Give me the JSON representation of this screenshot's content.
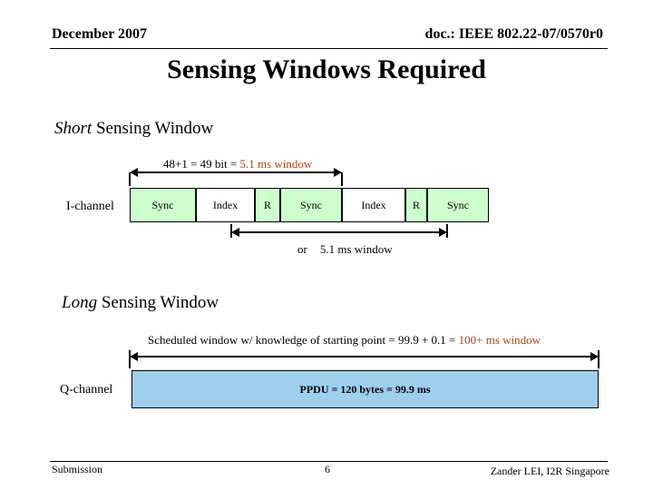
{
  "header": {
    "date": "December 2007",
    "doc": "doc.: IEEE 802.22-07/0570r0"
  },
  "title": "Sensing Windows Required",
  "short": {
    "title_italic": "Short",
    "title_rest": " Sensing Window",
    "caption_black": "48+1 = 49 bit = ",
    "caption_accent": "5.1 ms window",
    "alt_or": "or",
    "alt_caption": "5.1 ms window",
    "channel_label": "I-channel",
    "segments": [
      "Sync",
      "Index",
      "R",
      "Sync",
      "Index",
      "R",
      "Sync"
    ]
  },
  "long": {
    "title_italic": "Long",
    "title_rest": " Sensing Window",
    "caption_black": "Scheduled window w/ knowledge of starting point = 99.9 + 0.1 = ",
    "caption_accent": "100+ ms window",
    "channel_label": "Q-channel",
    "ppdu_label": "PPDU = 120 bytes = 99.9 ms"
  },
  "footer": {
    "left": "Submission",
    "page": "6",
    "right": "Zander LEI, I2R Singapore"
  },
  "colors": {
    "accent": "#b7410e",
    "sync_fill": "#ccffcc",
    "ppdu_fill": "#9ecfed"
  }
}
